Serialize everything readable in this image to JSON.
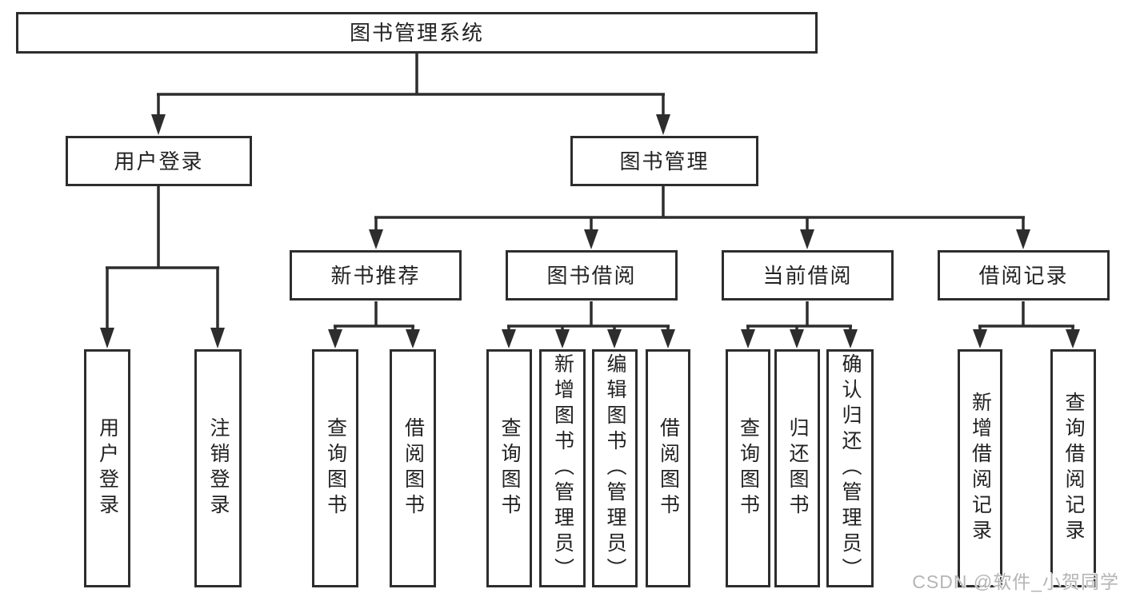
{
  "colors": {
    "line": "#2d2d2d",
    "border": "#2d2d2d",
    "text": "#222222",
    "watermark": "#b5b5b5",
    "background": "#ffffff"
  },
  "tree": {
    "root": {
      "label": "图书管理系统",
      "children": [
        {
          "label": "用户登录",
          "children": [
            {
              "label": "用户登录"
            },
            {
              "label": "注销登录"
            }
          ]
        },
        {
          "label": "图书管理",
          "children": [
            {
              "label": "新书推荐",
              "children": [
                {
                  "label": "查询图书"
                },
                {
                  "label": "借阅图书"
                }
              ]
            },
            {
              "label": "图书借阅",
              "children": [
                {
                  "label": "查询图书"
                },
                {
                  "label": "新增图书（管理员）"
                },
                {
                  "label": "编辑图书（管理员）"
                },
                {
                  "label": "借阅图书"
                }
              ]
            },
            {
              "label": "当前借阅",
              "children": [
                {
                  "label": "查询图书"
                },
                {
                  "label": "归还图书"
                },
                {
                  "label": "确认归还（管理员）"
                }
              ]
            },
            {
              "label": "借阅记录",
              "children": [
                {
                  "label": "新增借阅记录"
                },
                {
                  "label": "查询借阅记录"
                }
              ]
            }
          ]
        }
      ]
    }
  },
  "watermark": {
    "text": "CSDN @软件_小贺同学"
  }
}
